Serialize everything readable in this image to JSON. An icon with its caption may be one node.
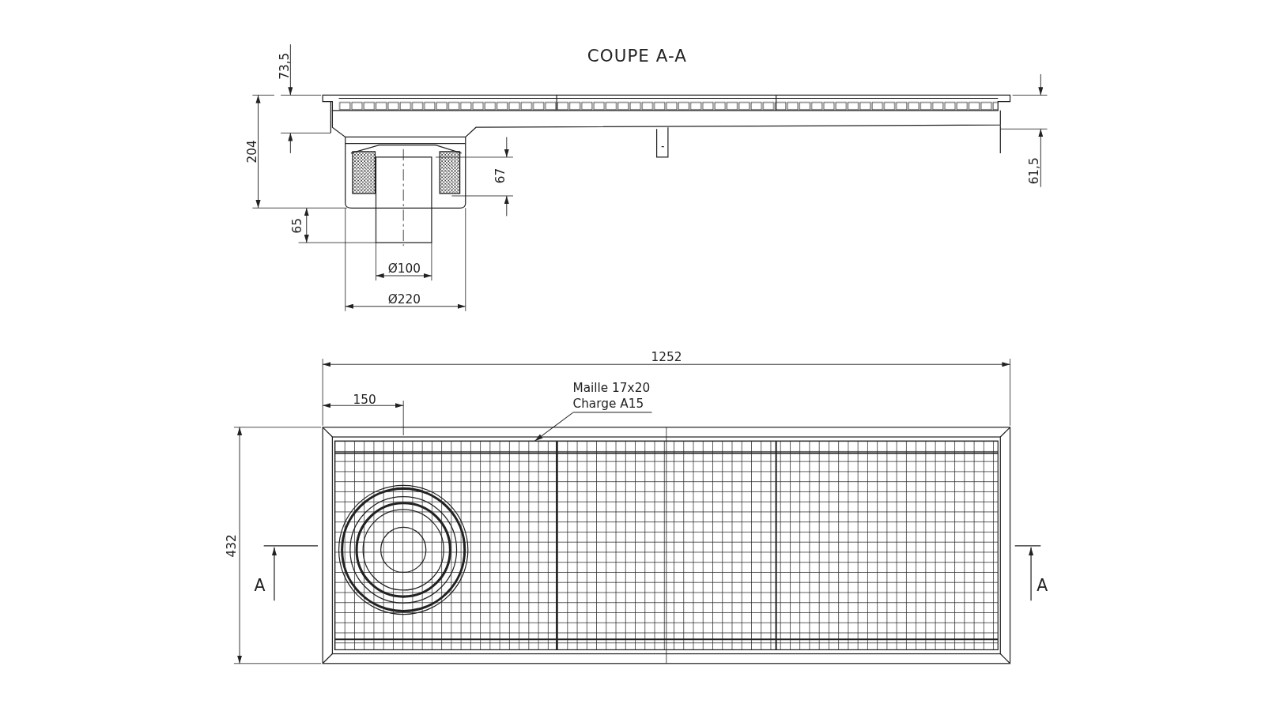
{
  "diagram": {
    "title": "COUPE A-A",
    "nodes": [
      {
        "text": [
          "Maille 17x20",
          "Charge A15"
        ]
      },
      {
        "text": [],
        "shape": "picture"
      }
    ],
    "edges": [
      {
        "from": 0,
        "to": 1,
        "arrow": "to"
      }
    ],
    "labels": [
      "73,5",
      "204",
      "65",
      "67",
      "Ø100",
      "Ø220",
      "61,5",
      "1252",
      "150",
      "432",
      "A",
      "A"
    ]
  }
}
